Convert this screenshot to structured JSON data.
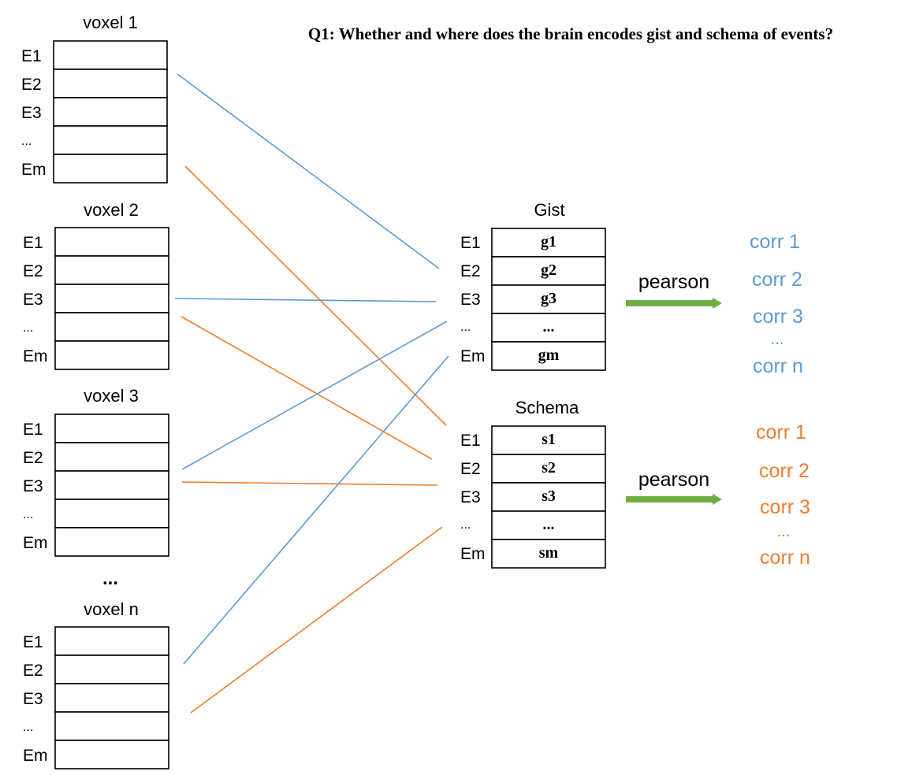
{
  "question": "Q1: Whether and where does the brain encodes gist and schema of events?",
  "colors": {
    "gist": "#5b9bd5",
    "schema": "#ed7d31",
    "arrow": "#70ad47",
    "text": "#000000"
  },
  "voxels": [
    {
      "title": "voxel 1",
      "rows": [
        "E1",
        "E2",
        "E3",
        "...",
        "Em"
      ]
    },
    {
      "title": "voxel 2",
      "rows": [
        "E1",
        "E2",
        "E3",
        "...",
        "Em"
      ]
    },
    {
      "title": "voxel 3",
      "rows": [
        "E1",
        "E2",
        "E3",
        "...",
        "Em"
      ]
    },
    {
      "title": "voxel n",
      "rows": [
        "E1",
        "E2",
        "E3",
        "...",
        "Em"
      ]
    }
  ],
  "voxel_ellipsis": "...",
  "gist": {
    "title": "Gist",
    "rows": [
      "E1",
      "E2",
      "E3",
      "...",
      "Em"
    ],
    "cells": [
      "g1",
      "g2",
      "g3",
      "...",
      "gm"
    ]
  },
  "schema": {
    "title": "Schema",
    "rows": [
      "E1",
      "E2",
      "E3",
      "...",
      "Em"
    ],
    "cells": [
      "s1",
      "s2",
      "s3",
      "...",
      "sm"
    ]
  },
  "pearson_label": "pearson",
  "gist_corr": [
    "corr 1",
    "corr 2",
    "corr 3",
    "...",
    "corr n"
  ],
  "schema_corr": [
    "corr 1",
    "corr 2",
    "corr 3",
    "...",
    "corr n"
  ]
}
